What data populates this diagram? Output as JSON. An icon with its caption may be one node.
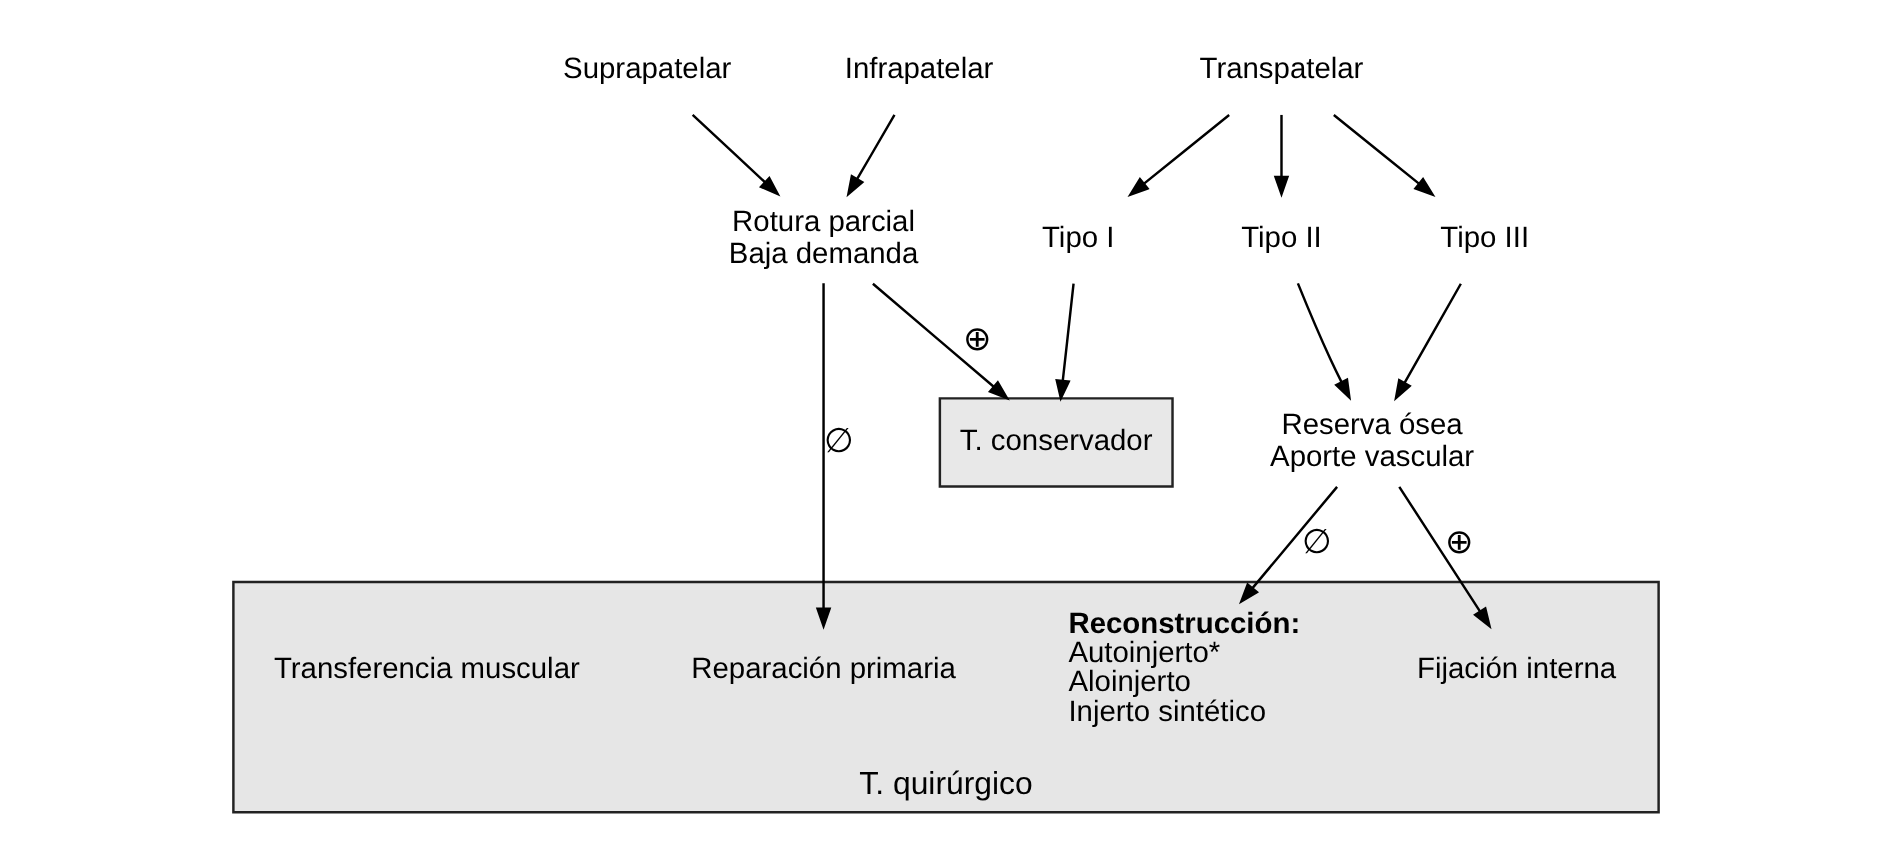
{
  "diagram": {
    "nodes": [
      {
        "text": [
          "Infrapatelar"
        ]
      },
      {
        "text": [
          "Suprapatelar"
        ]
      },
      {
        "text": [
          "Transpatelar"
        ]
      },
      {
        "text": [
          "Rotura parcial",
          "Baja demanda"
        ]
      },
      {
        "text": [
          "Tipo I"
        ]
      },
      {
        "text": [
          "Tipo II"
        ]
      },
      {
        "text": [
          "Tipo III"
        ]
      },
      {
        "text": [
          "Reserva ósea",
          "Aporte vascular"
        ]
      },
      {
        "text": [
          "T. conservador"
        ]
      },
      {
        "text": [
          "T. quirúrgico"
        ]
      },
      {
        "text": [
          "Reparación primaria"
        ],
        "in": 9
      },
      {
        "text": [
          "Fijación interna"
        ],
        "in": 9
      },
      {
        "text": [
          "Reconstrucción:",
          "Autoinjerto*",
          "Aloinjerto",
          "Injerto sintético"
        ],
        "in": 9
      },
      {
        "text": [
          "Transferencia muscular"
        ],
        "in": 9
      }
    ],
    "edges": [
      {
        "from": 0,
        "to": 3,
        "arrow": "to"
      },
      {
        "from": 1,
        "to": 3,
        "arrow": "to"
      },
      {
        "from": 2,
        "to": 4,
        "arrow": "to"
      },
      {
        "from": 2,
        "to": 5,
        "arrow": "to"
      },
      {
        "from": 2,
        "to": 6,
        "arrow": "to"
      },
      {
        "from": 5,
        "to": 7,
        "arrow": "to"
      },
      {
        "from": 6,
        "to": 7,
        "arrow": "to"
      },
      {
        "from": 3,
        "to": 8,
        "arrow": "to",
        "label": "⊕"
      },
      {
        "from": 3,
        "to": 10,
        "arrow": "to",
        "label": "∅"
      },
      {
        "from": 4,
        "to": 8,
        "arrow": "to"
      },
      {
        "from": 7,
        "to": 11,
        "arrow": "to",
        "label": "⊕"
      },
      {
        "from": 7,
        "to": 12,
        "arrow": "to",
        "label": "∅"
      }
    ]
  }
}
